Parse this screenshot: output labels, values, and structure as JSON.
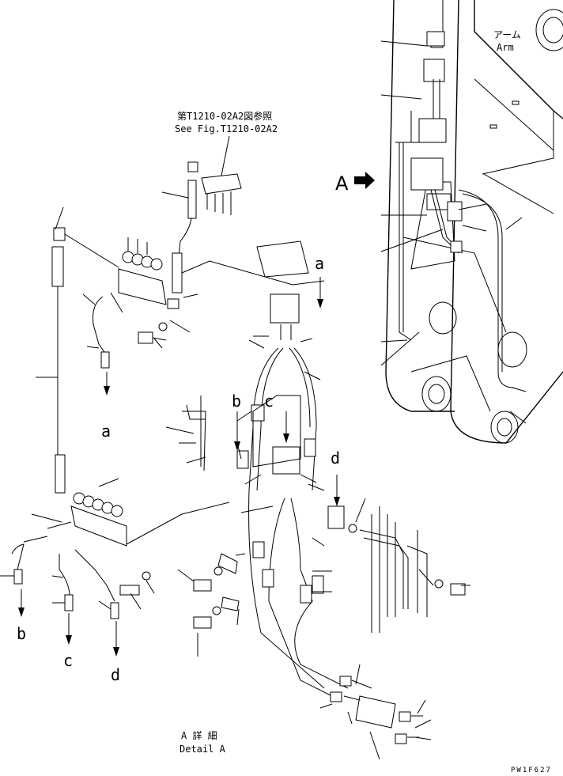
{
  "ref_note": {
    "jp": "第T1210-02A2図参照",
    "en": "See Fig.T1210-02A2"
  },
  "arm_label": {
    "jp": "アーム",
    "en": "Arm"
  },
  "view_marker": "A",
  "detail_label": {
    "jp": "A 詳 細",
    "en": "Detail A"
  },
  "connection_letters": {
    "a_top": "a",
    "a_left": "a",
    "b_top": "b",
    "b_bottom": "b",
    "c_top": "c",
    "c_bottom": "c",
    "d_top": "d",
    "d_bottom": "d"
  },
  "drawing_code": "PW1F627",
  "icons": {
    "view_arrow": "right-arrow-icon"
  }
}
